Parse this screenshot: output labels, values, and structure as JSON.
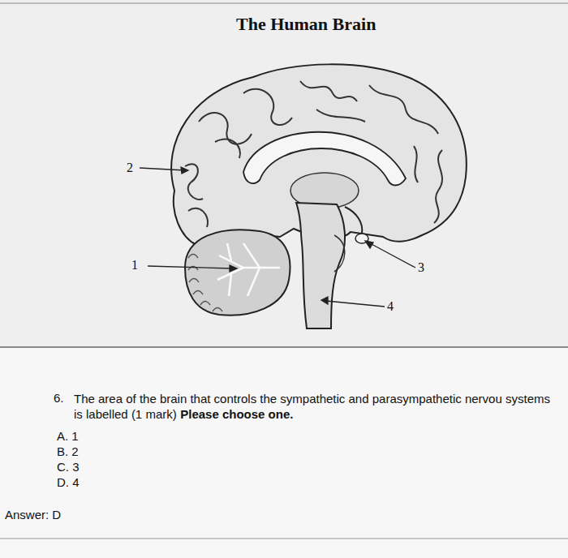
{
  "diagram": {
    "title": "The Human Brain",
    "labels": [
      "2",
      "1",
      "3",
      "4",
      "6.",
      "The area of the brain that controls the sympathetic and parasympathetic nervou systems is labelled (1 mark)",
      "Please choose one.",
      "A. 1",
      "B. 2",
      "C. 3",
      "D. 4",
      "Answer: D"
    ]
  }
}
